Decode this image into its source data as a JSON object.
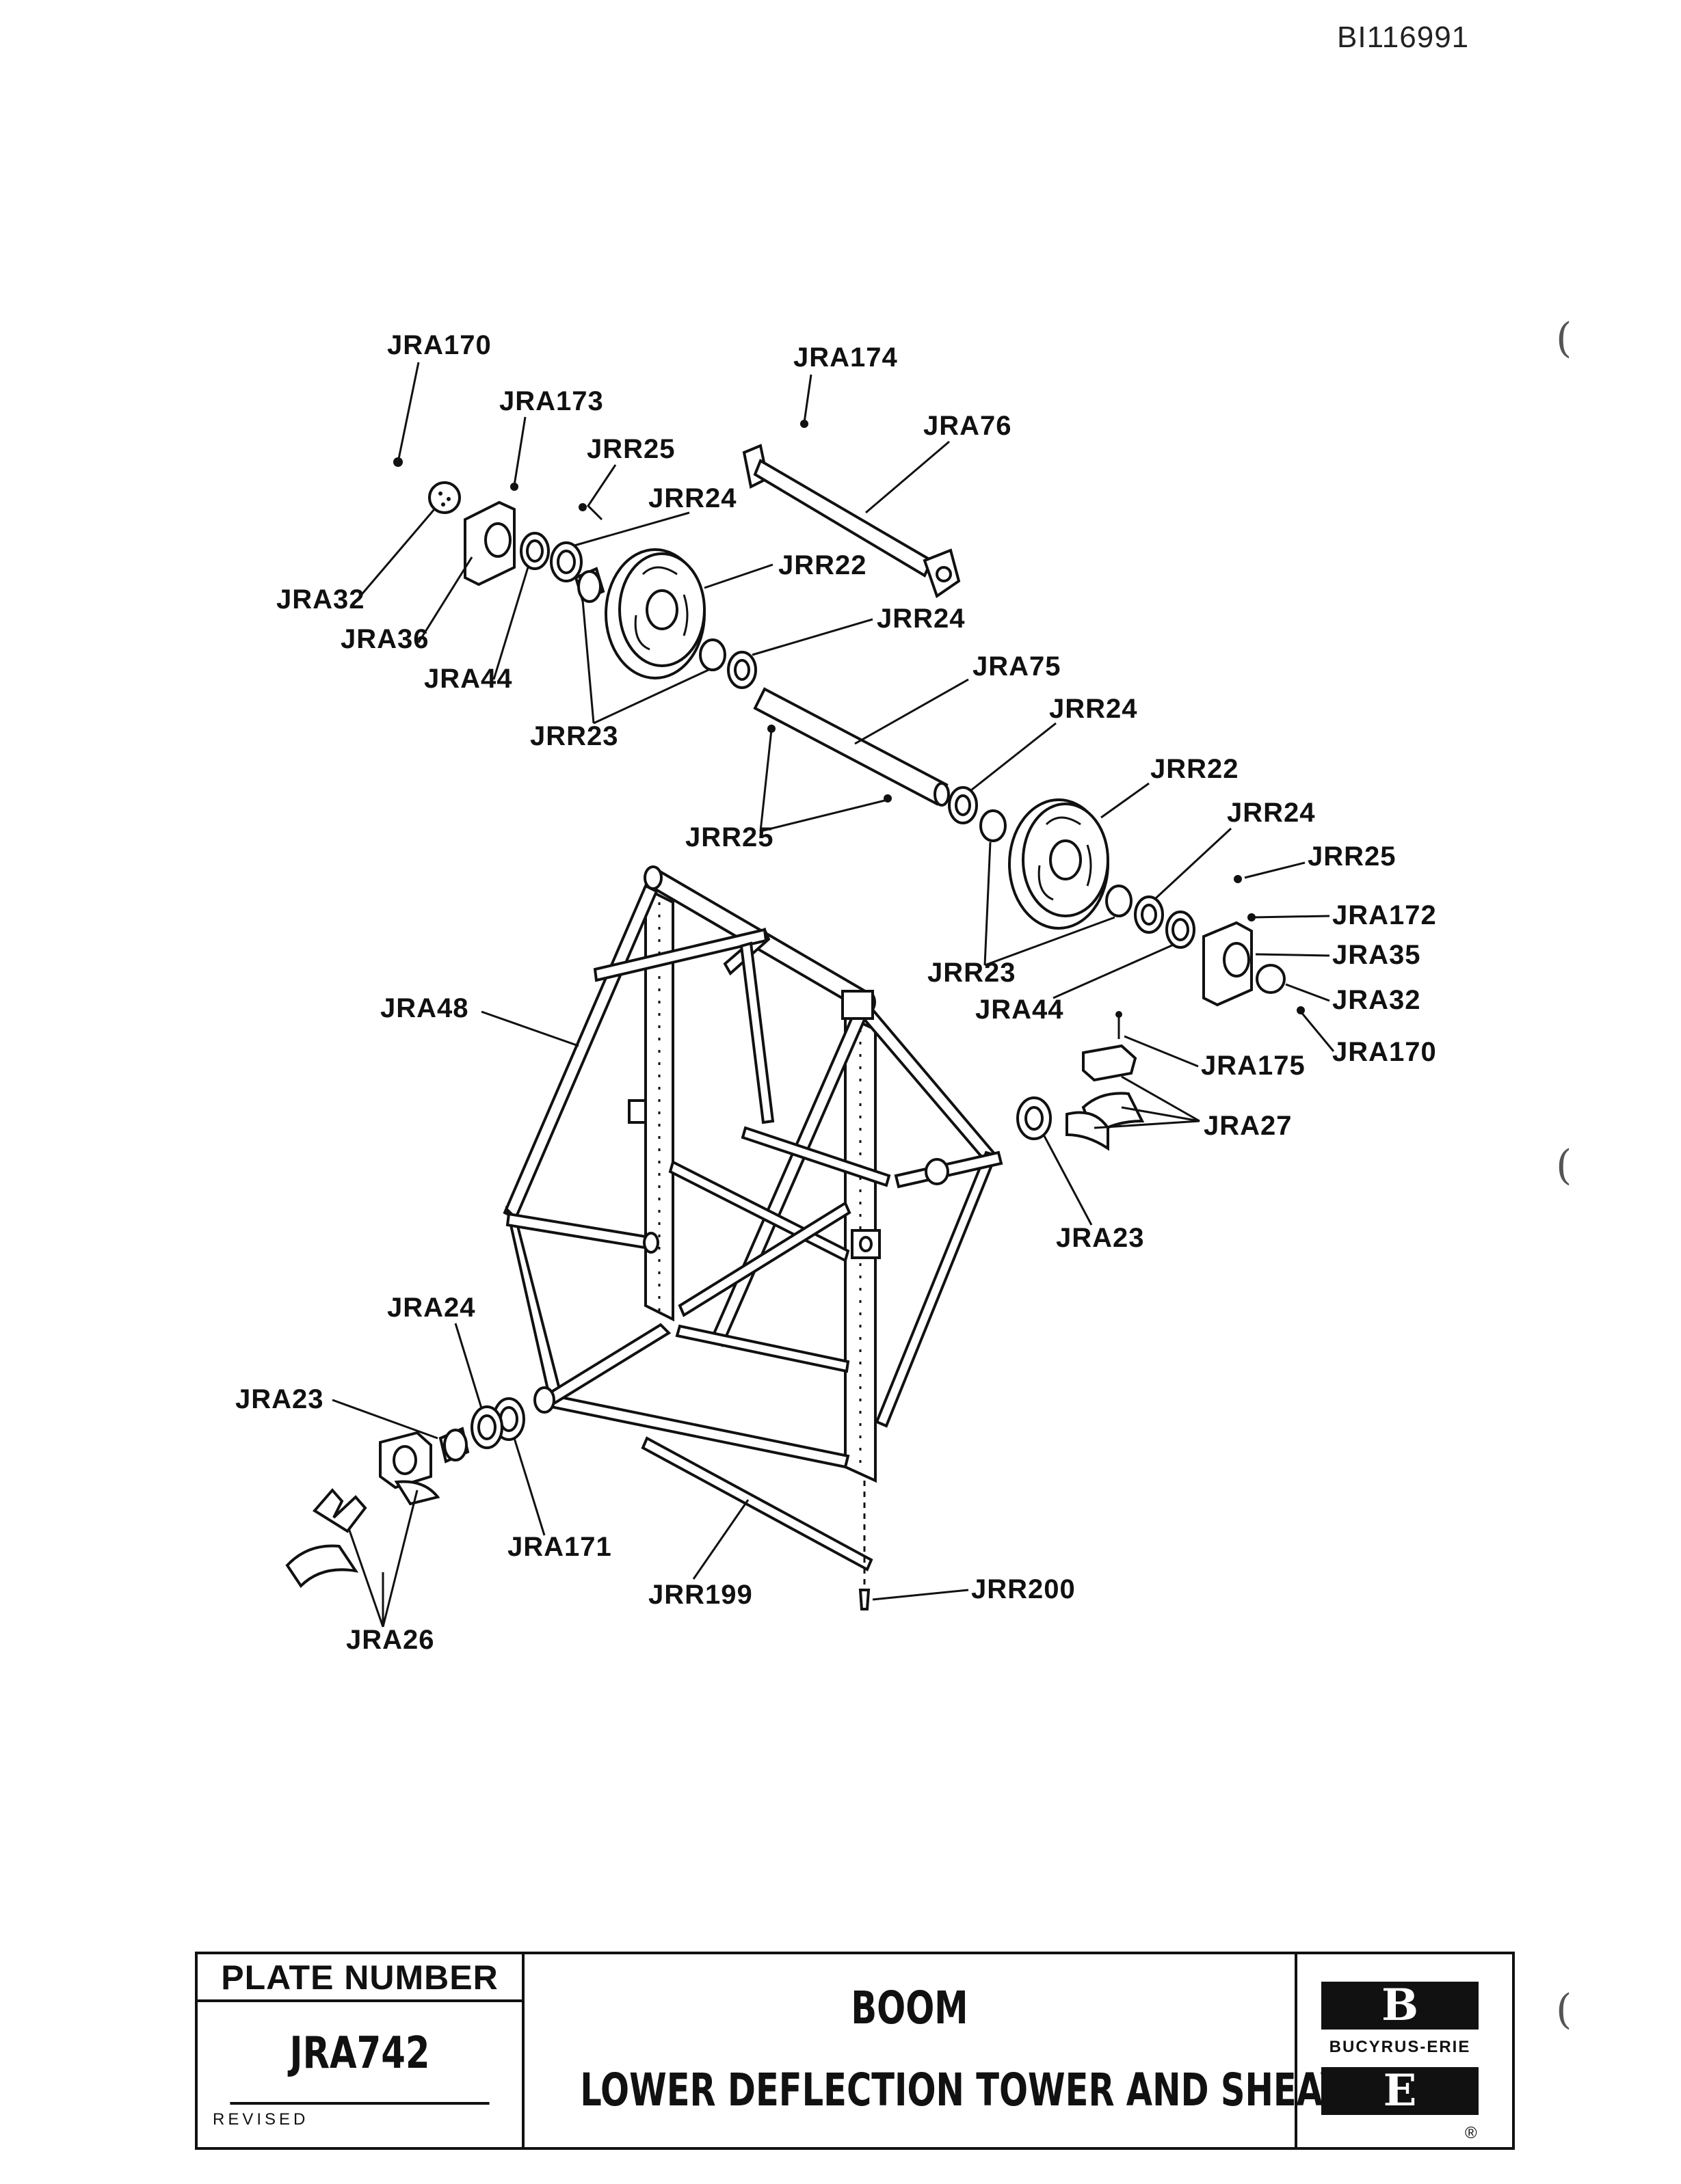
{
  "document_id": "BI116991",
  "labels": {
    "jra170_top": "JRA170",
    "jra173": "JRA173",
    "jra174": "JRA174",
    "jrr25_a": "JRR25",
    "jra76": "JRA76",
    "jrr24_a": "JRR24",
    "jrr22_a": "JRR22",
    "jra32_l": "JRA32",
    "jrr24_b": "JRR24",
    "jra36": "JRA36",
    "jra44_l": "JRA44",
    "jra75": "JRA75",
    "jrr23_a": "JRR23",
    "jrr24_c": "JRR24",
    "jrr22_b": "JRR22",
    "jrr24_d": "JRR24",
    "jrr25_b": "JRR25",
    "jrr25_c": "JRR25",
    "jra172": "JRA172",
    "jra35": "JRA35",
    "jrr23_b": "JRR23",
    "jra32_r": "JRA32",
    "jra48": "JRA48",
    "jra44_r": "JRA44",
    "jra175": "JRA175",
    "jra170_r": "JRA170",
    "jra27": "JRA27",
    "jra23_r": "JRA23",
    "jra24": "JRA24",
    "jra23_l": "JRA23",
    "jra171": "JRA171",
    "jrr199": "JRR199",
    "jrr200": "JRR200",
    "jra26": "JRA26"
  },
  "title_block": {
    "plate_label": "PLATE NUMBER",
    "plate_number": "JRA742",
    "revised_label": "REVISED",
    "title_line1": "BOOM",
    "title_line2": "LOWER DEFLECTION TOWER AND SHEAVES",
    "logo_top_letter": "B",
    "logo_text": "BUCYRUS-ERIE",
    "logo_bottom_letter": "E",
    "registered_mark": "®"
  }
}
